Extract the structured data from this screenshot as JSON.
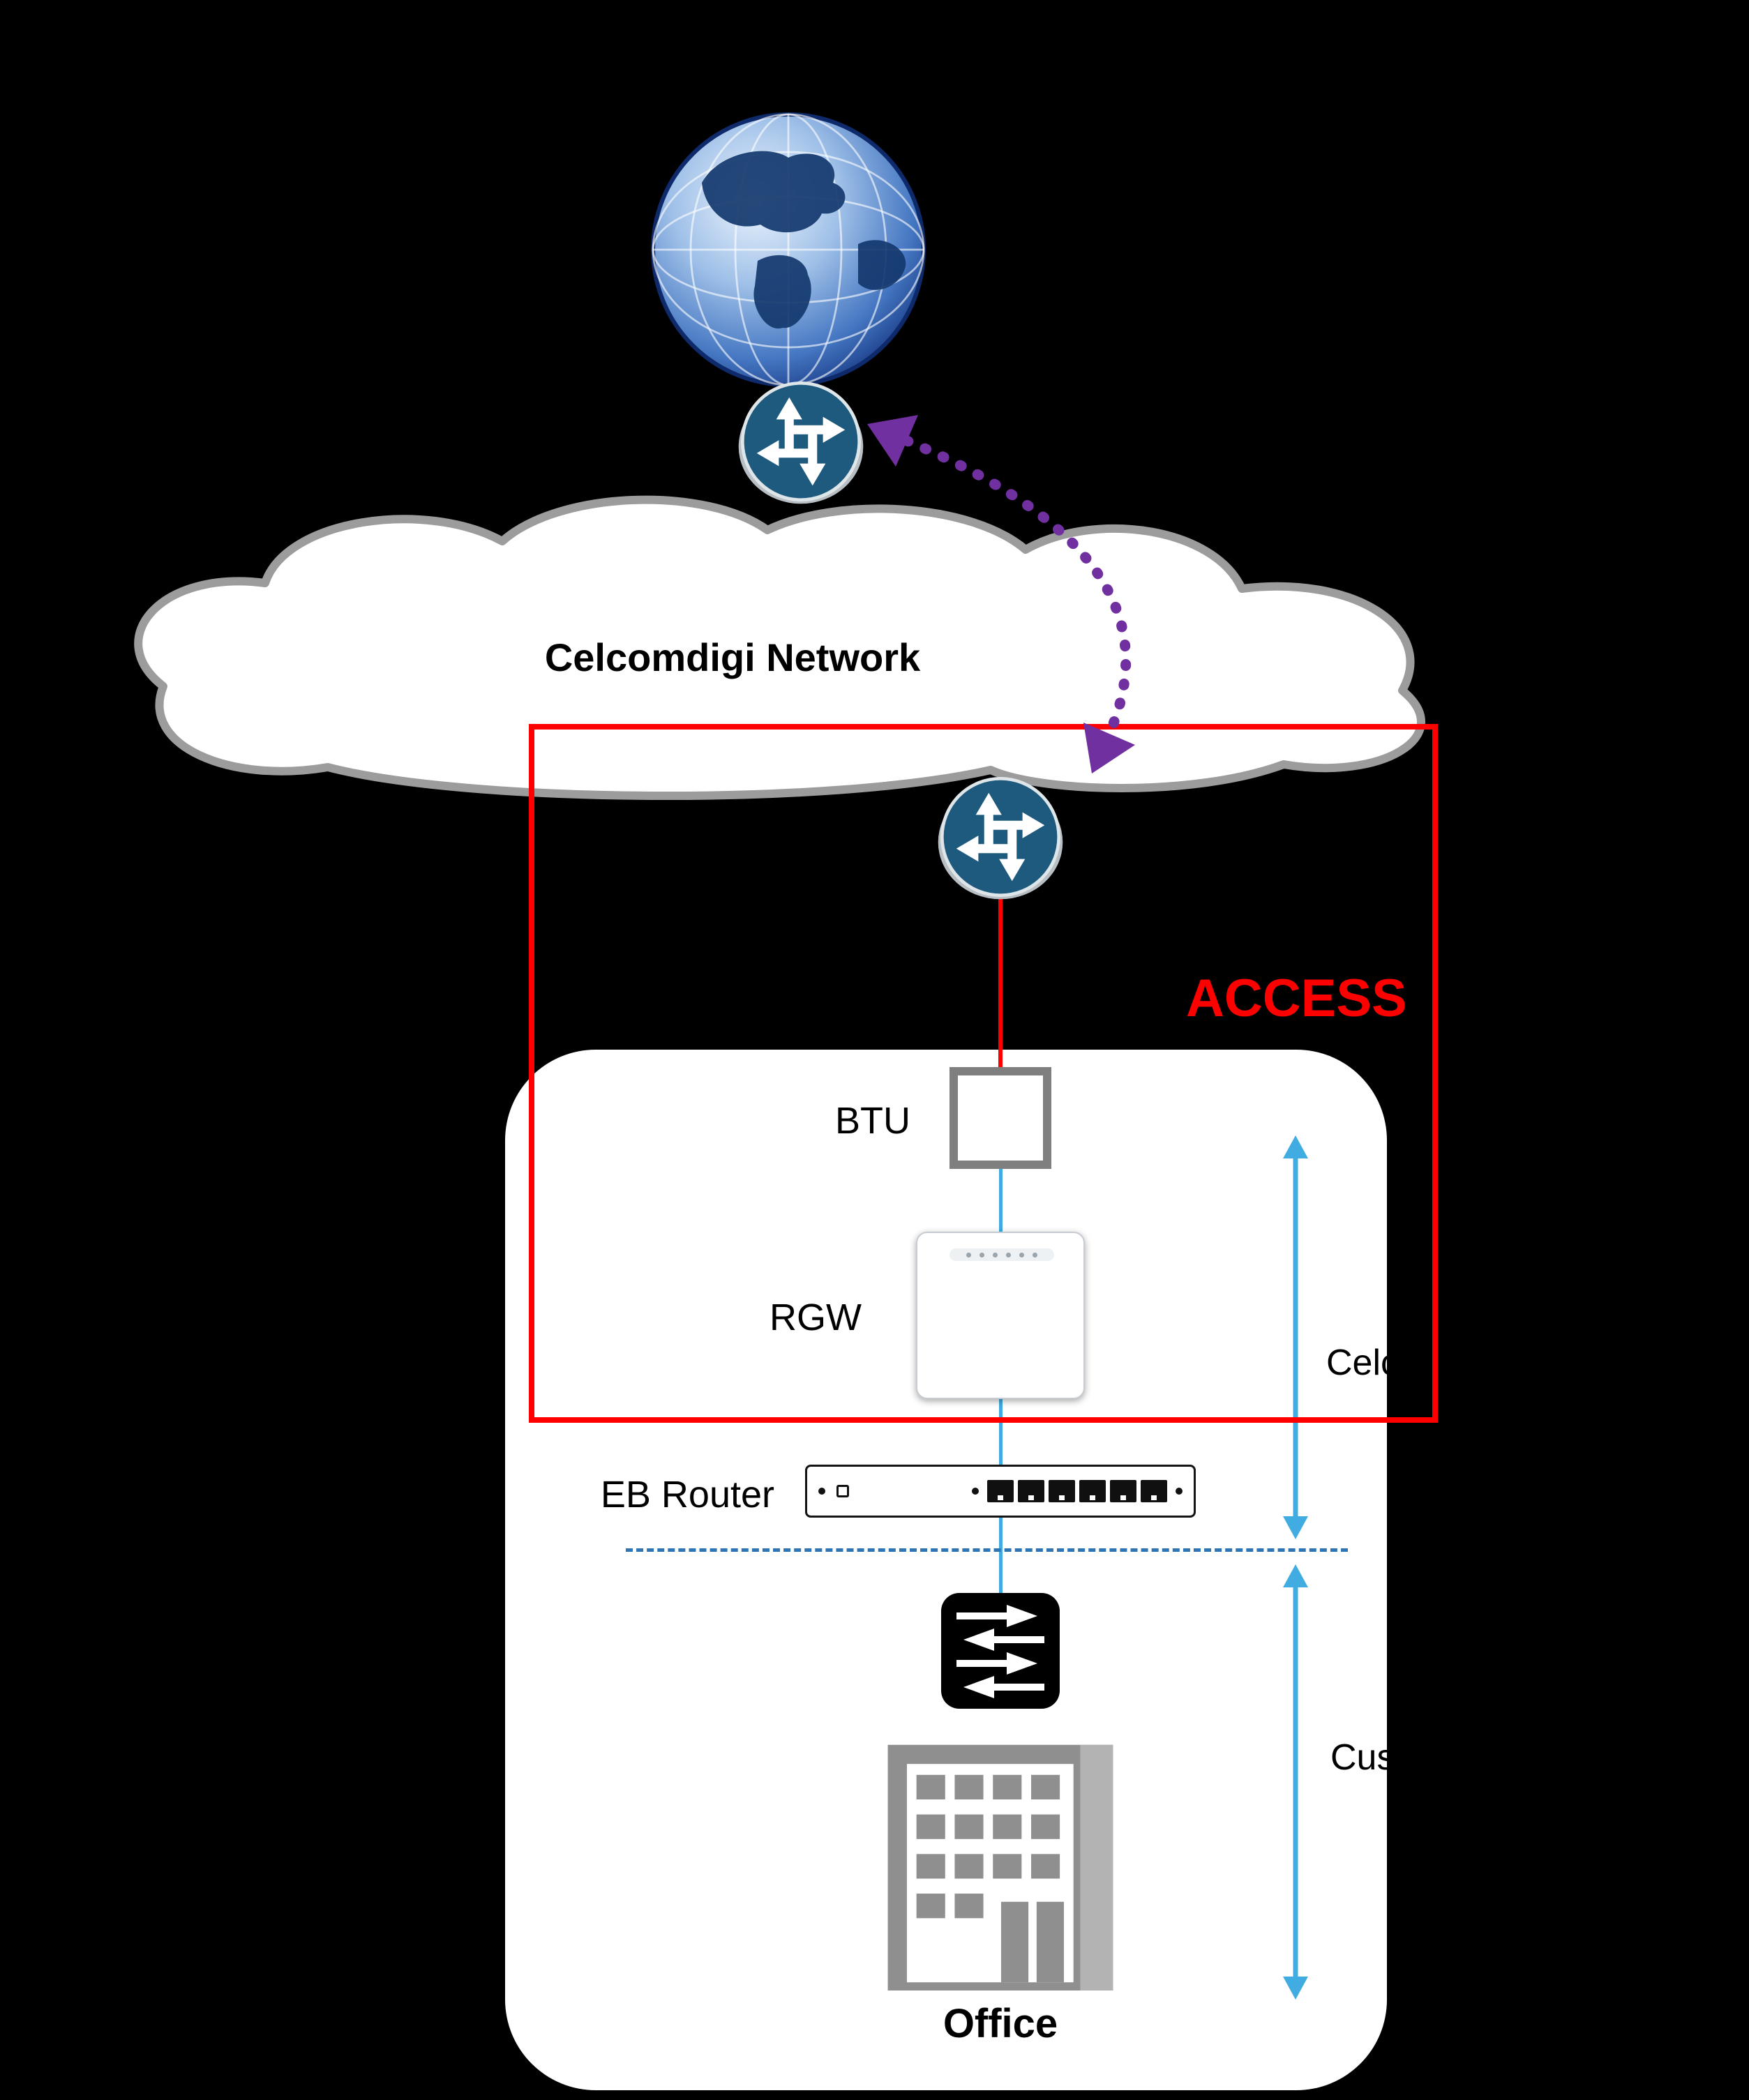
{
  "cloud": {
    "label": "Celcomdigi Network"
  },
  "access_box": {
    "label": "ACCESS"
  },
  "nodes": {
    "btu": {
      "label": "BTU"
    },
    "rgw": {
      "label": "RGW"
    },
    "eb_router": {
      "label": "EB Router"
    },
    "office": {
      "label": "Office"
    }
  },
  "scopes": {
    "celcomdigi": {
      "label": "Celco"
    },
    "customer": {
      "label": "Cus"
    }
  },
  "icons": {
    "internet": "globe-icon",
    "core_router": "juniper-router-icon",
    "access_router": "juniper-router-icon",
    "lan_switch": "switch-icon",
    "office_building": "building-icon",
    "handover": "purple-dotted-arrow-icon"
  },
  "colors": {
    "background": "#000000",
    "access_red": "#FF0000",
    "arrow_purple": "#7030A0",
    "link_blue": "#41ACE1",
    "demarcation_blue": "#2E75B6",
    "cloud_fill": "#FFFFFF",
    "cloud_border": "#9C9C9C",
    "router_fill": "#1D5A7D",
    "device_gray": "#8F8F8F"
  }
}
